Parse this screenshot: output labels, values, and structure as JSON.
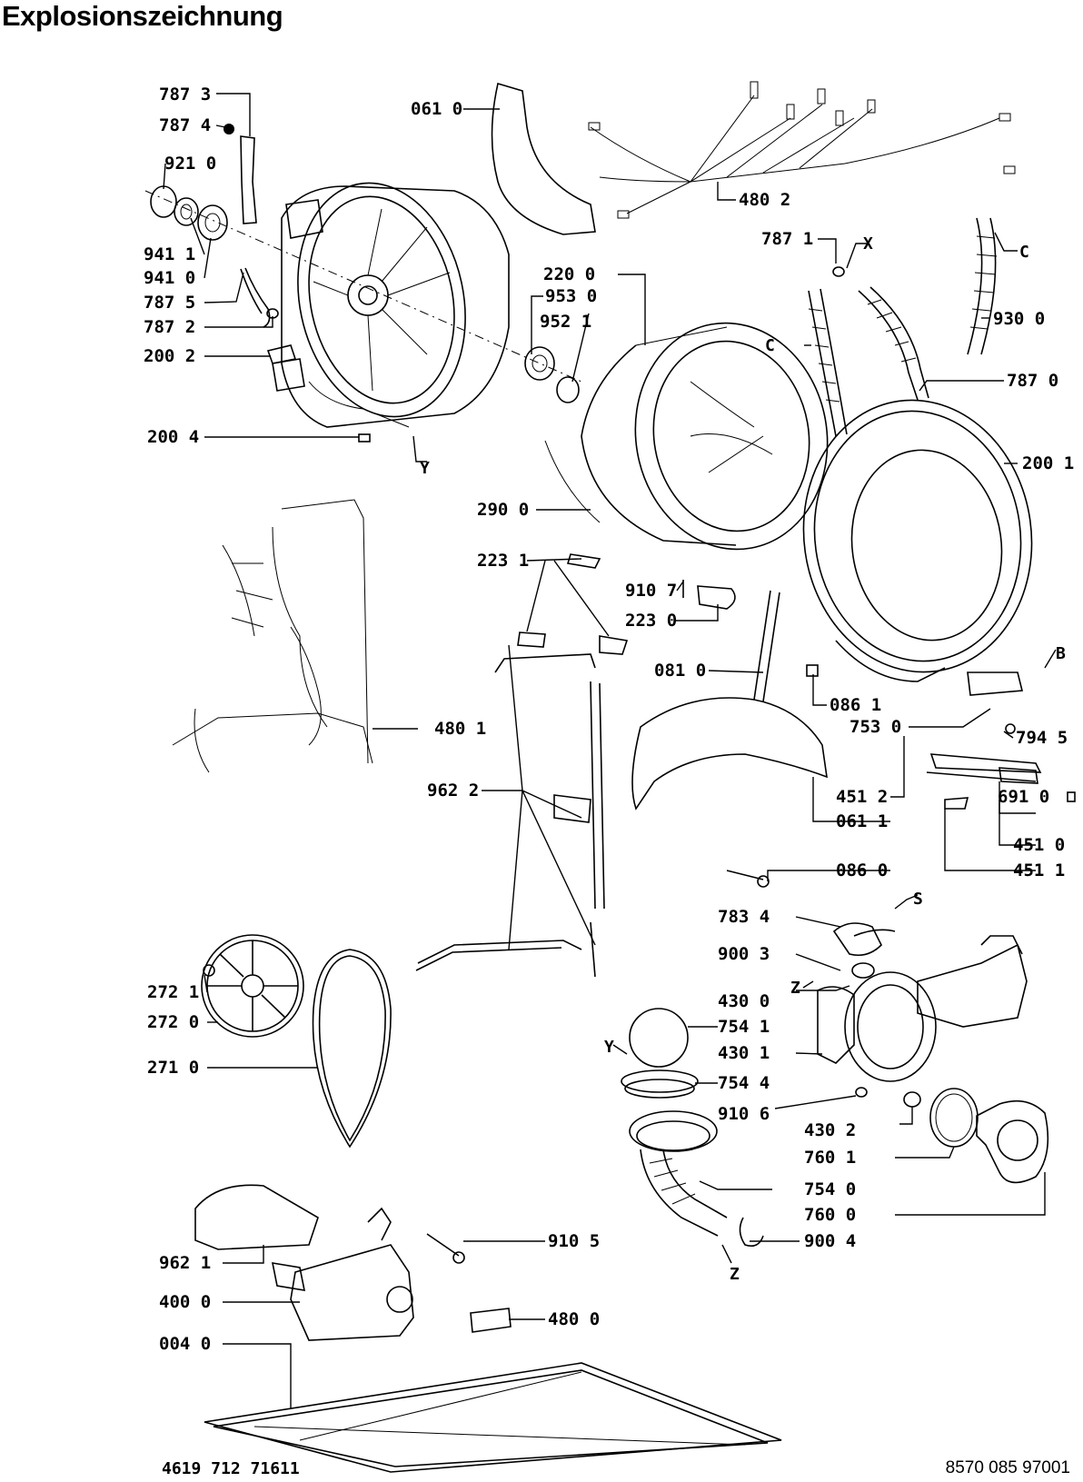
{
  "title": "Explosionszeichnung",
  "footer": {
    "left_code": "4619 712 71611",
    "right_code": "8570 085 97001"
  },
  "callouts": [
    {
      "id": "c7873",
      "text": "787 3"
    },
    {
      "id": "c7874",
      "text": "787 4"
    },
    {
      "id": "c9210",
      "text": "921 0"
    },
    {
      "id": "c9411",
      "text": "941 1"
    },
    {
      "id": "c9410",
      "text": "941 0"
    },
    {
      "id": "c7875",
      "text": "787 5"
    },
    {
      "id": "c7872",
      "text": "787 2"
    },
    {
      "id": "c2002",
      "text": "200 2"
    },
    {
      "id": "c2004",
      "text": "200 4"
    },
    {
      "id": "c0610",
      "text": "061 0"
    },
    {
      "id": "c4802",
      "text": "480 2"
    },
    {
      "id": "c7871",
      "text": "787 1"
    },
    {
      "id": "c2200",
      "text": "220 0"
    },
    {
      "id": "c9530",
      "text": "953 0"
    },
    {
      "id": "c9521",
      "text": "952 1"
    },
    {
      "id": "c9300",
      "text": "930 0"
    },
    {
      "id": "c7870",
      "text": "787 0"
    },
    {
      "id": "c2001",
      "text": "200 1"
    },
    {
      "id": "c2900",
      "text": "290 0"
    },
    {
      "id": "c2231",
      "text": "223 1"
    },
    {
      "id": "c9107",
      "text": "910 7"
    },
    {
      "id": "c2230",
      "text": "223 0"
    },
    {
      "id": "c0810",
      "text": "081 0"
    },
    {
      "id": "c0861",
      "text": "086 1"
    },
    {
      "id": "c7530",
      "text": "753 0"
    },
    {
      "id": "c7945",
      "text": "794 5"
    },
    {
      "id": "c4801",
      "text": "480 1"
    },
    {
      "id": "c9622",
      "text": "962 2"
    },
    {
      "id": "c4512",
      "text": "451 2"
    },
    {
      "id": "c6910",
      "text": "691 0"
    },
    {
      "id": "c0611",
      "text": "061 1"
    },
    {
      "id": "c4510",
      "text": "451 0"
    },
    {
      "id": "c0860",
      "text": "086 0"
    },
    {
      "id": "c4511",
      "text": "451 1"
    },
    {
      "id": "c7834",
      "text": "783 4"
    },
    {
      "id": "c9003",
      "text": "900 3"
    },
    {
      "id": "c4300",
      "text": "430 0"
    },
    {
      "id": "c7541",
      "text": "754 1"
    },
    {
      "id": "c4301",
      "text": "430 1"
    },
    {
      "id": "c7544",
      "text": "754 4"
    },
    {
      "id": "c9106",
      "text": "910 6"
    },
    {
      "id": "c4302",
      "text": "430 2"
    },
    {
      "id": "c7601",
      "text": "760 1"
    },
    {
      "id": "c7540",
      "text": "754 0"
    },
    {
      "id": "c7600",
      "text": "760 0"
    },
    {
      "id": "c9004",
      "text": "900 4"
    },
    {
      "id": "c2721",
      "text": "272 1"
    },
    {
      "id": "c2720",
      "text": "272 0"
    },
    {
      "id": "c2710",
      "text": "271 0"
    },
    {
      "id": "c9621",
      "text": "962 1"
    },
    {
      "id": "c9105",
      "text": "910 5"
    },
    {
      "id": "c4000",
      "text": "400 0"
    },
    {
      "id": "c4800",
      "text": "480 0"
    },
    {
      "id": "c0040",
      "text": "004 0"
    }
  ],
  "letters": [
    {
      "id": "lY1",
      "text": "Y"
    },
    {
      "id": "lX",
      "text": "X"
    },
    {
      "id": "lC1",
      "text": "C"
    },
    {
      "id": "lC2",
      "text": "C"
    },
    {
      "id": "lB",
      "text": "B"
    },
    {
      "id": "lS",
      "text": "S"
    },
    {
      "id": "lZ1",
      "text": "Z"
    },
    {
      "id": "lY2",
      "text": "Y"
    },
    {
      "id": "lZ2",
      "text": "Z"
    }
  ]
}
